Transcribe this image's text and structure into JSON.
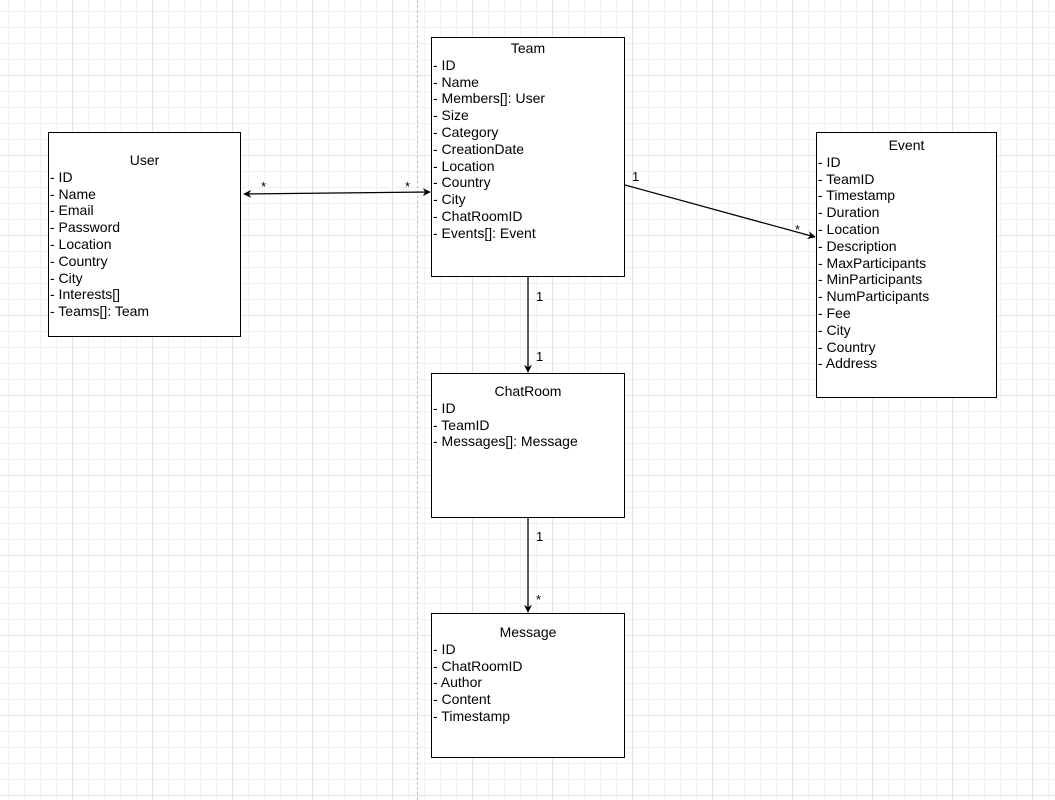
{
  "entities": {
    "user": {
      "title": "User",
      "attributes": [
        "- ID",
        "- Name",
        "- Email",
        "- Password",
        "- Location",
        "- Country",
        "- City",
        "- Interests[]",
        "- Teams[]: Team"
      ]
    },
    "team": {
      "title": "Team",
      "attributes": [
        "- ID",
        "- Name",
        "- Members[]: User",
        "- Size",
        "- Category",
        "- CreationDate",
        "- Location",
        "- Country",
        "- City",
        "- ChatRoomID",
        "- Events[]: Event"
      ]
    },
    "event": {
      "title": "Event",
      "attributes": [
        "- ID",
        "- TeamID",
        "- Timestamp",
        "- Duration",
        "- Location",
        "- Description",
        "- MaxParticipants",
        "- MinParticipants",
        "- NumParticipants",
        "- Fee",
        "- City",
        "- Country",
        "- Address"
      ]
    },
    "chatroom": {
      "title": "ChatRoom",
      "attributes": [
        "- ID",
        "- TeamID",
        "- Messages[]: Message"
      ]
    },
    "message": {
      "title": "Message",
      "attributes": [
        "- ID",
        "- ChatRoomID",
        "- Author",
        "- Content",
        "- Timestamp"
      ]
    }
  },
  "relationships": {
    "user_team": {
      "from": "User",
      "to": "Team",
      "from_multiplicity": "*",
      "to_multiplicity": "*"
    },
    "team_event": {
      "from": "Team",
      "to": "Event",
      "from_multiplicity": "1",
      "to_multiplicity": "*"
    },
    "team_chatroom": {
      "from": "Team",
      "to": "ChatRoom",
      "from_multiplicity": "1",
      "to_multiplicity": "1"
    },
    "chatroom_message": {
      "from": "ChatRoom",
      "to": "Message",
      "from_multiplicity": "1",
      "to_multiplicity": "*"
    }
  }
}
